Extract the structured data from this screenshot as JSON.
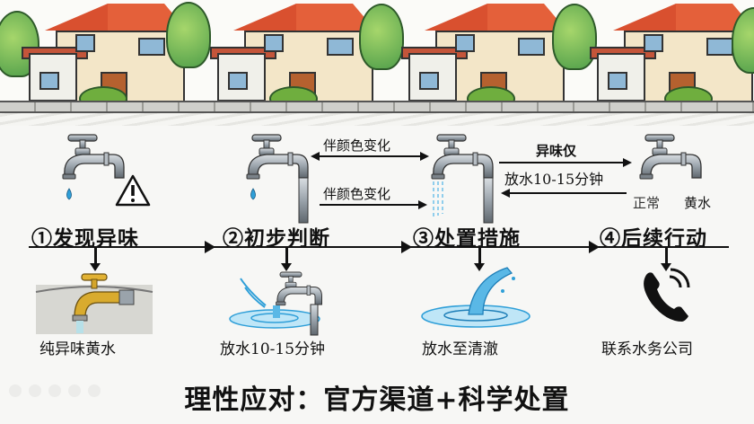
{
  "scene": {
    "banner": "illustrated row of suburban houses with red roofs and trees",
    "house_count": 4
  },
  "steps": [
    {
      "number": "①",
      "title": "①发现异味",
      "icon": "dripping-faucet-with-warning-icon",
      "result_label": "纯异味黄水",
      "result_icon": "yellow-faucet-icon"
    },
    {
      "number": "②",
      "title": "②初步判断",
      "icon": "faucet-dripping-icon",
      "result_label": "放水10-15分钟",
      "result_icon": "running-faucet-splash-icon"
    },
    {
      "number": "③",
      "title": "③处置措施",
      "icon": "faucet-running-icon",
      "result_label": "放水至清澈",
      "result_icon": "water-stream-splash-icon"
    },
    {
      "number": "④",
      "title": "④后续行动",
      "icon": "faucet-icon",
      "result_label": "联系水务公司",
      "result_icon": "phone-icon"
    }
  ],
  "connectors": {
    "top_between_2_3": "伴颜色变化",
    "bottom_between_2_3": "伴颜色变化",
    "top_between_3_4": "异味仅",
    "bottom_between_3_4": "放水10-15分钟",
    "under_faucet_4_left": "正常",
    "under_faucet_4_right": "黄水"
  },
  "footer": {
    "title": "理性应对：官方渠道+科学处置"
  },
  "colors": {
    "ink": "#111111",
    "water": "#3aa6dc",
    "roof": "#d9502f",
    "faucet": "#9aa3ab",
    "brass": "#d4a52a"
  }
}
